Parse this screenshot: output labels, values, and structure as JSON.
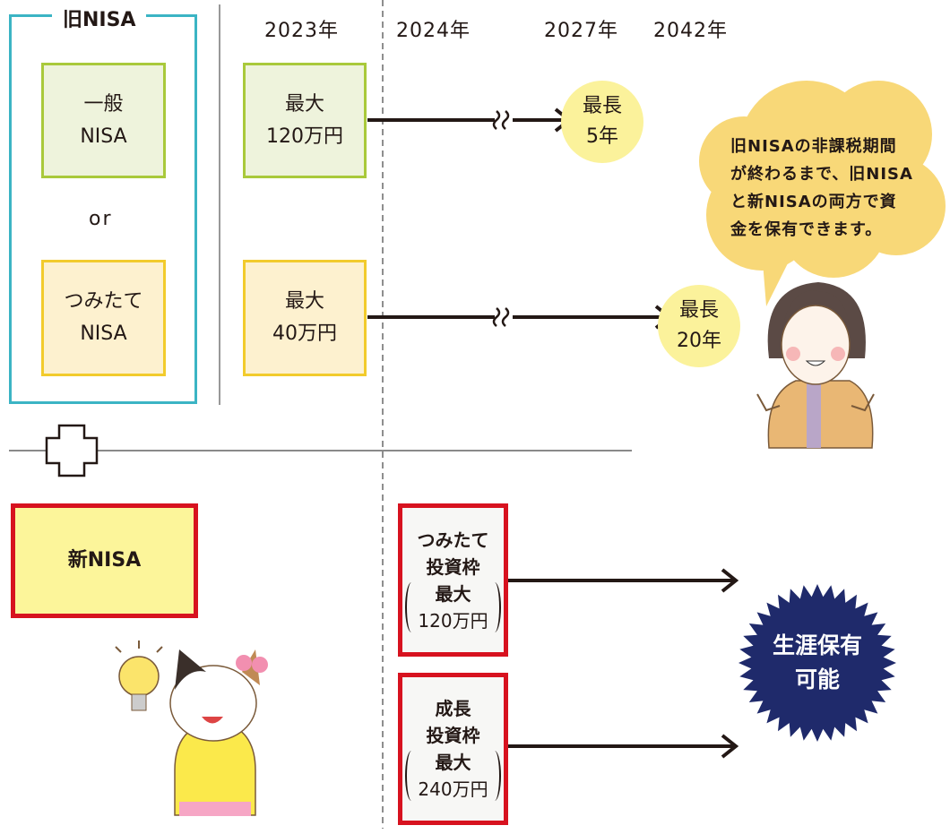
{
  "old_nisa": {
    "title": "旧NISA",
    "general": {
      "line1": "一般",
      "line2": "NISA"
    },
    "or": "or",
    "tsumitate": {
      "line1": "つみたて",
      "line2": "NISA"
    }
  },
  "years": [
    "2023年",
    "2024年",
    "2027年",
    "2042年"
  ],
  "limits": {
    "general": {
      "line1": "最大",
      "line2": "120万円"
    },
    "tsumitate": {
      "line1": "最大",
      "line2": "40万円"
    }
  },
  "periods": {
    "general": {
      "line1": "最長",
      "line2": "5年"
    },
    "tsumitate": {
      "line1": "最長",
      "line2": "20年"
    }
  },
  "speech_bubble": {
    "lines": [
      "旧NISAの非課税期間",
      "が終わるまで、旧NISA",
      "と新NISAの両方で資",
      "金を保有できます。"
    ]
  },
  "new_nisa": {
    "title": "新NISA",
    "tsumitate_frame": {
      "line1": "つみたて",
      "line2": "投資枠",
      "line3": "最大",
      "line4": "120万円"
    },
    "growth_frame": {
      "line1": "成長",
      "line2": "投資枠",
      "line3": "最大",
      "line4": "240万円"
    },
    "result": {
      "line1": "生涯保有",
      "line2": "可能"
    }
  },
  "colors": {
    "teal": "#3bb4c4",
    "green": "#a9c93b",
    "yellow": "#f2cb2c",
    "red": "#d7121f",
    "navy": "#1f2a6b",
    "bubble": "#f8d878"
  }
}
